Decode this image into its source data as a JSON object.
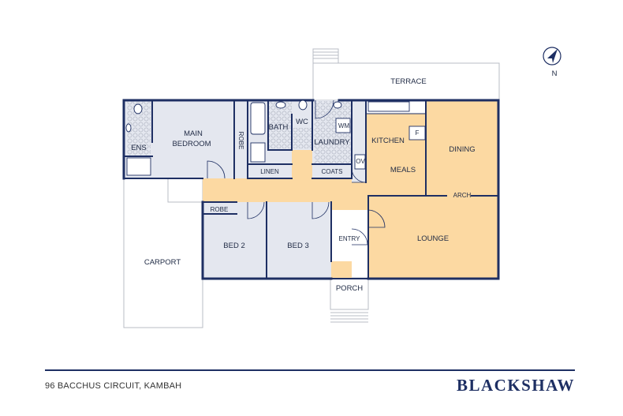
{
  "rooms": {
    "terrace": "TERRACE",
    "main_bedroom": [
      "MAIN",
      "BEDROOM"
    ],
    "ens": "ENS",
    "robe": "ROBE",
    "bath": "BATH",
    "wc": "WC",
    "laundry": "LAUNDRY",
    "wm": "WM",
    "linen": "LINEN",
    "coats": "COATS",
    "ov": "OV",
    "kitchen": "KITCHEN",
    "fridge": "F",
    "meals": "MEALS",
    "dining": "DINING",
    "arch": "ARCH",
    "robe2": "ROBE",
    "bed2": "BED 2",
    "bed3": "BED 3",
    "entry": "ENTRY",
    "lounge": "LOUNGE",
    "carport": "CARPORT",
    "porch": "PORCH"
  },
  "compass": {
    "label": "N"
  },
  "footer": {
    "address": "96 BACCHUS CIRCUIT, KAMBAH",
    "brand": "BLACKSHAW"
  },
  "colors": {
    "bedroom_fill": "#e4e7ef",
    "living_fill": "#fcd9a2",
    "wall": "#1e2f63",
    "accent": "#1e2f63"
  }
}
